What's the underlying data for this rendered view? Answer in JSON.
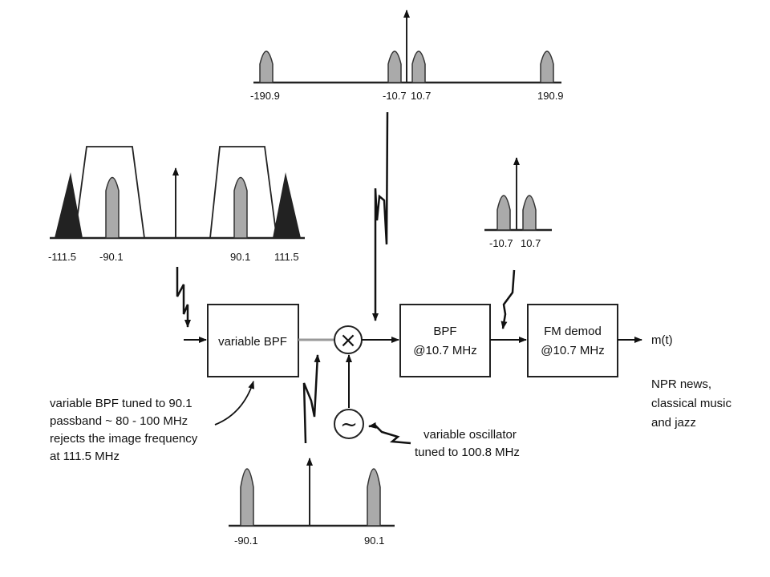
{
  "top_spectrum": {
    "labels": [
      "-190.9",
      "-10.7",
      "10.7",
      "190.9"
    ]
  },
  "left_spectrum": {
    "labels": [
      "-111.5",
      "-90.1",
      "90.1",
      "111.5"
    ]
  },
  "right_spectrum": {
    "labels": [
      "-10.7",
      "10.7"
    ]
  },
  "bottom_spectrum": {
    "labels": [
      "-90.1",
      "90.1"
    ]
  },
  "blocks": {
    "variable_bpf": "variable BPF",
    "bpf_line1": "BPF",
    "bpf_line2": "@10.7 MHz",
    "fm_line1": "FM demod",
    "fm_line2": "@10.7 MHz",
    "mixer_symbol": "×",
    "oscillator_symbol": "~"
  },
  "output_label": "m(t)",
  "notes": {
    "bpf_note": [
      "variable BPF tuned to 90.1",
      "passband ~ 80 - 100  MHz",
      "rejects the image frequency",
      "at 111.5 MHz"
    ],
    "osc_note": [
      "variable oscillator",
      "tuned to 100.8 MHz"
    ],
    "output_note": [
      "NPR news,",
      "classical music",
      "and jazz"
    ]
  }
}
